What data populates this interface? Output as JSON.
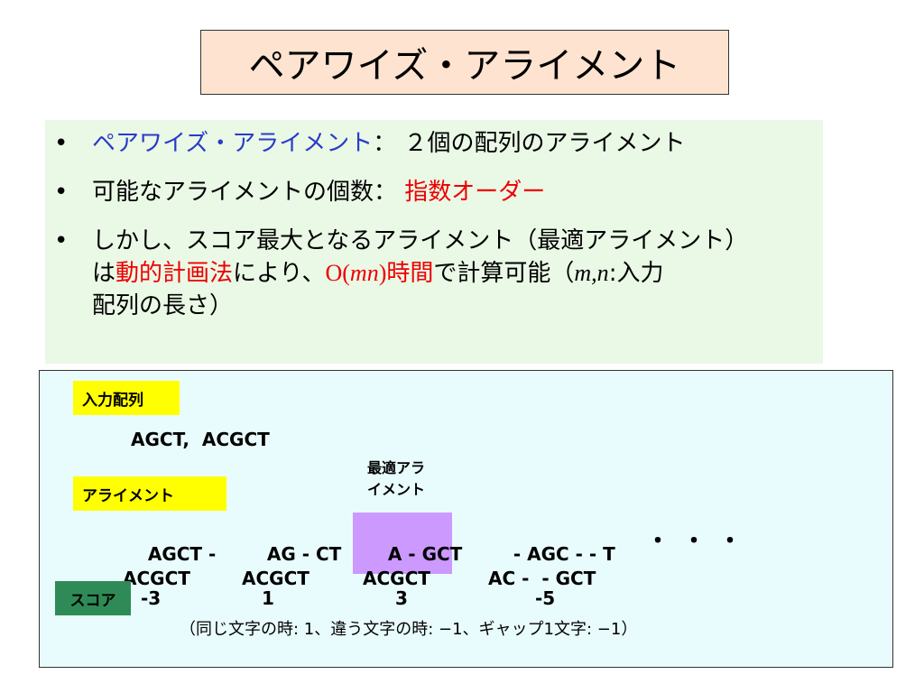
{
  "title": "ペアワイズ・アライメント",
  "bullets": {
    "b1": {
      "term": "ペアワイズ・アライメント",
      "colon": "：",
      "desc": "２個の配列のアライメント"
    },
    "b2": {
      "label": "可能なアライメントの個数：",
      "value": "指数オーダー"
    },
    "b3": {
      "line1": "しかし、スコア最大となるアライメント（最適アライメント）",
      "l2_a": "は",
      "l2_b": "動的計画法",
      "l2_c": "により、",
      "l2_d": "O(",
      "l2_e": "mn",
      "l2_f": ")",
      "l2_g": "時間",
      "l2_h": "で計算可能（",
      "l2_i": "m,n",
      "l2_j": ":入力",
      "line3": "配列の長さ）"
    },
    "bullet_char": "•"
  },
  "example": {
    "input_label": "入力配列",
    "input_value": "AGCT,  ACGCT",
    "alignment_label": "アライメント",
    "optimal_line1": "最適アラ",
    "optimal_line2": "イメント",
    "alignments": [
      {
        "top": "AGCT -",
        "bottom": "ACGCT"
      },
      {
        "top": "AG - CT",
        "bottom": "ACGCT"
      },
      {
        "top": "A - GCT",
        "bottom": "ACGCT"
      },
      {
        "top": "- AGC - - T",
        "bottom": "AC -  - GCT"
      }
    ],
    "ellipsis": "・・・",
    "score_label": "スコア",
    "scores": [
      "-3",
      "1",
      "3",
      "-5"
    ],
    "rule": "（同じ文字の時: 1、違う文字の時: −1、ギャップ1文字: −1）"
  },
  "colors": {
    "title_bg": "#fde3d0",
    "bullets_bg": "#eaf8e6",
    "example_bg": "#e9fcfd",
    "highlight": "#cc99ff",
    "label_yellow": "#ffff00",
    "score_green": "#2e8b57",
    "blue_text": "#2a3cc8",
    "red_text": "#ee0000"
  }
}
